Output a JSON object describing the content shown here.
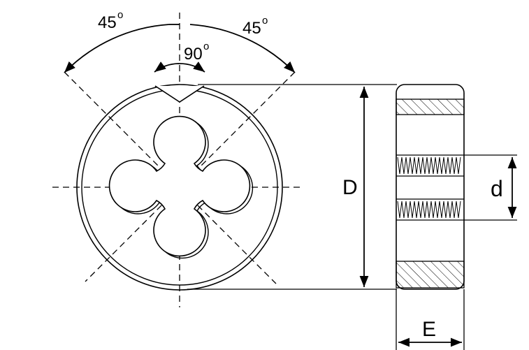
{
  "labels": {
    "angle_left": "45",
    "angle_right": "45",
    "angle_center": "90",
    "degree_mark": "o",
    "diameter_outer": "D",
    "diameter_thread": "d",
    "thickness": "E"
  },
  "colors": {
    "stroke": "#000000",
    "background": "#ffffff"
  }
}
